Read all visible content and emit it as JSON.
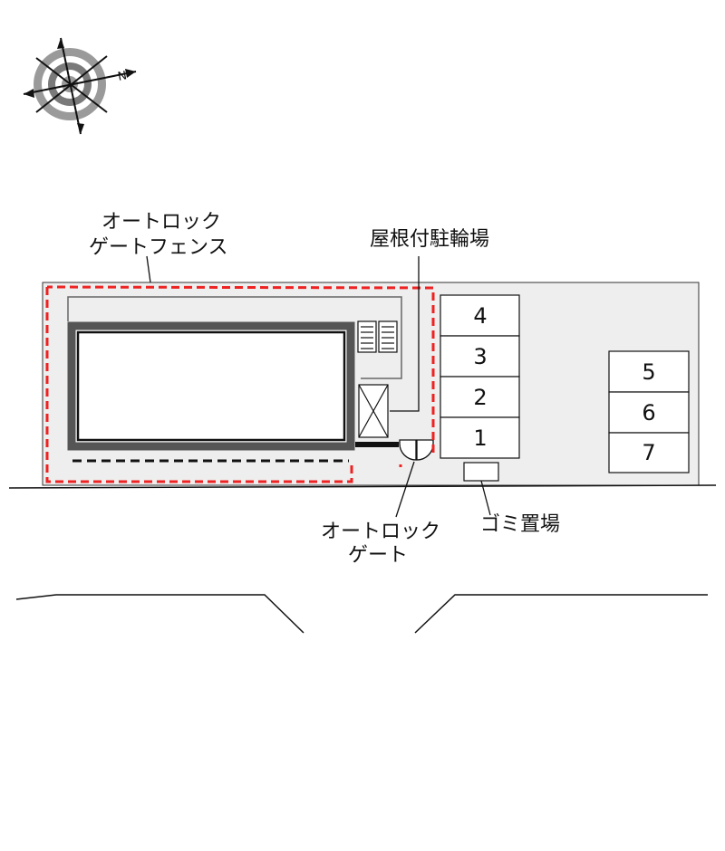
{
  "compass": {
    "north_label": "N"
  },
  "labels": {
    "autolock_fence_line1": "オートロック",
    "autolock_fence_line2": "ゲートフェンス",
    "roofed_bicycle_parking": "屋根付駐輪場",
    "autolock_gate_line1": "オートロック",
    "autolock_gate_line2": "ゲート",
    "garbage_area": "ゴミ置場"
  },
  "parking": {
    "left_column": [
      "4",
      "3",
      "2",
      "1"
    ],
    "right_column": [
      "5",
      "6",
      "7"
    ]
  },
  "colors": {
    "lot_fill": "#eeeeee",
    "fence_dash": "#ee2222",
    "building_outline": "#555555",
    "line": "#111111"
  }
}
